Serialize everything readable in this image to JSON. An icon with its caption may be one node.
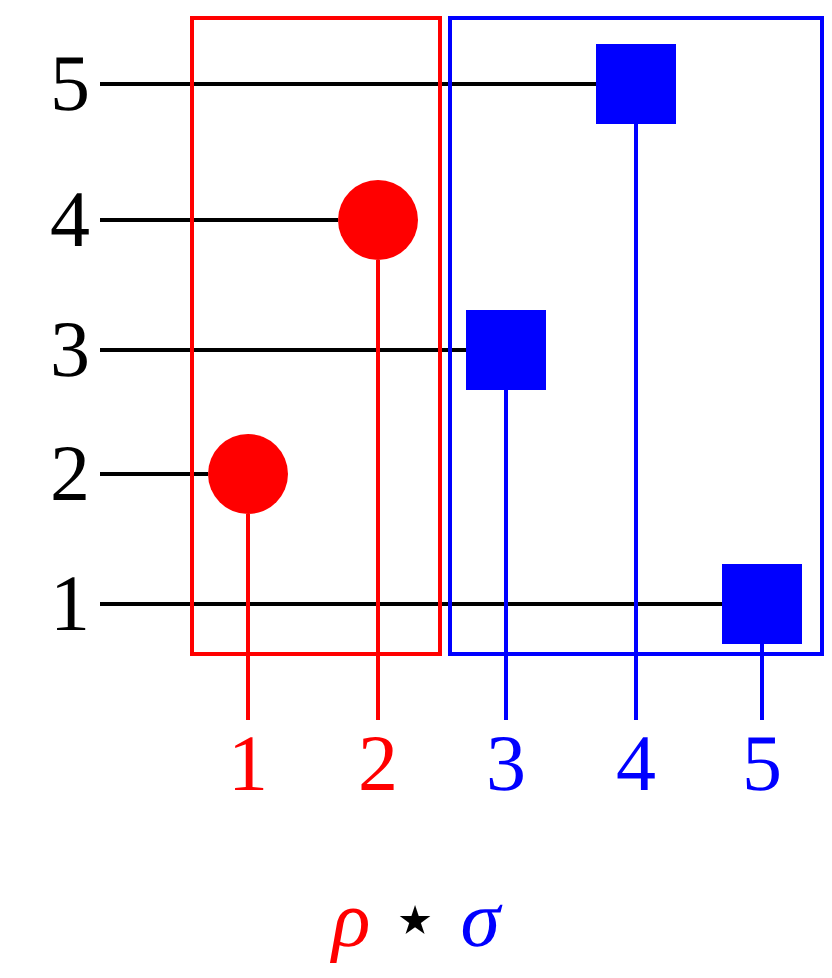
{
  "diagram": {
    "caption": "ρ ⋆ σ",
    "nodes": [
      {
        "text": [],
        "shape": "box"
      },
      {
        "text": [],
        "shape": "box"
      },
      {
        "text": [],
        "shape": "circle",
        "in": 0
      },
      {
        "text": [],
        "shape": "circle",
        "in": 0
      },
      {
        "text": [],
        "shape": "box",
        "in": 1
      },
      {
        "text": [],
        "shape": "box",
        "in": 1
      },
      {
        "text": [],
        "shape": "box",
        "in": 1
      },
      {
        "text": [
          "5"
        ]
      },
      {
        "text": [
          "4"
        ]
      },
      {
        "text": [
          "3"
        ]
      },
      {
        "text": [
          "2"
        ]
      },
      {
        "text": [
          "1"
        ]
      },
      {
        "text": [
          "1"
        ]
      },
      {
        "text": [
          "2"
        ]
      },
      {
        "text": [
          "3"
        ]
      },
      {
        "text": [
          "4"
        ]
      },
      {
        "text": [
          "5"
        ]
      }
    ],
    "edges": [
      {
        "from": 7,
        "to": 5,
        "arrow": "none"
      },
      {
        "from": 8,
        "to": 3,
        "arrow": "none"
      },
      {
        "from": 9,
        "to": 4,
        "arrow": "none"
      },
      {
        "from": 10,
        "to": 2,
        "arrow": "none"
      },
      {
        "from": 11,
        "to": 6,
        "arrow": "none"
      },
      {
        "from": 2,
        "to": 12,
        "arrow": "none",
        "color": "#ff0000"
      },
      {
        "from": 3,
        "to": 13,
        "arrow": "none",
        "color": "#ff0000"
      },
      {
        "from": 4,
        "to": 14,
        "arrow": "none",
        "color": "#0000ff"
      },
      {
        "from": 5,
        "to": 15,
        "arrow": "none",
        "color": "#0000ff"
      },
      {
        "from": 6,
        "to": 16,
        "arrow": "none",
        "color": "#0000ff"
      }
    ]
  }
}
